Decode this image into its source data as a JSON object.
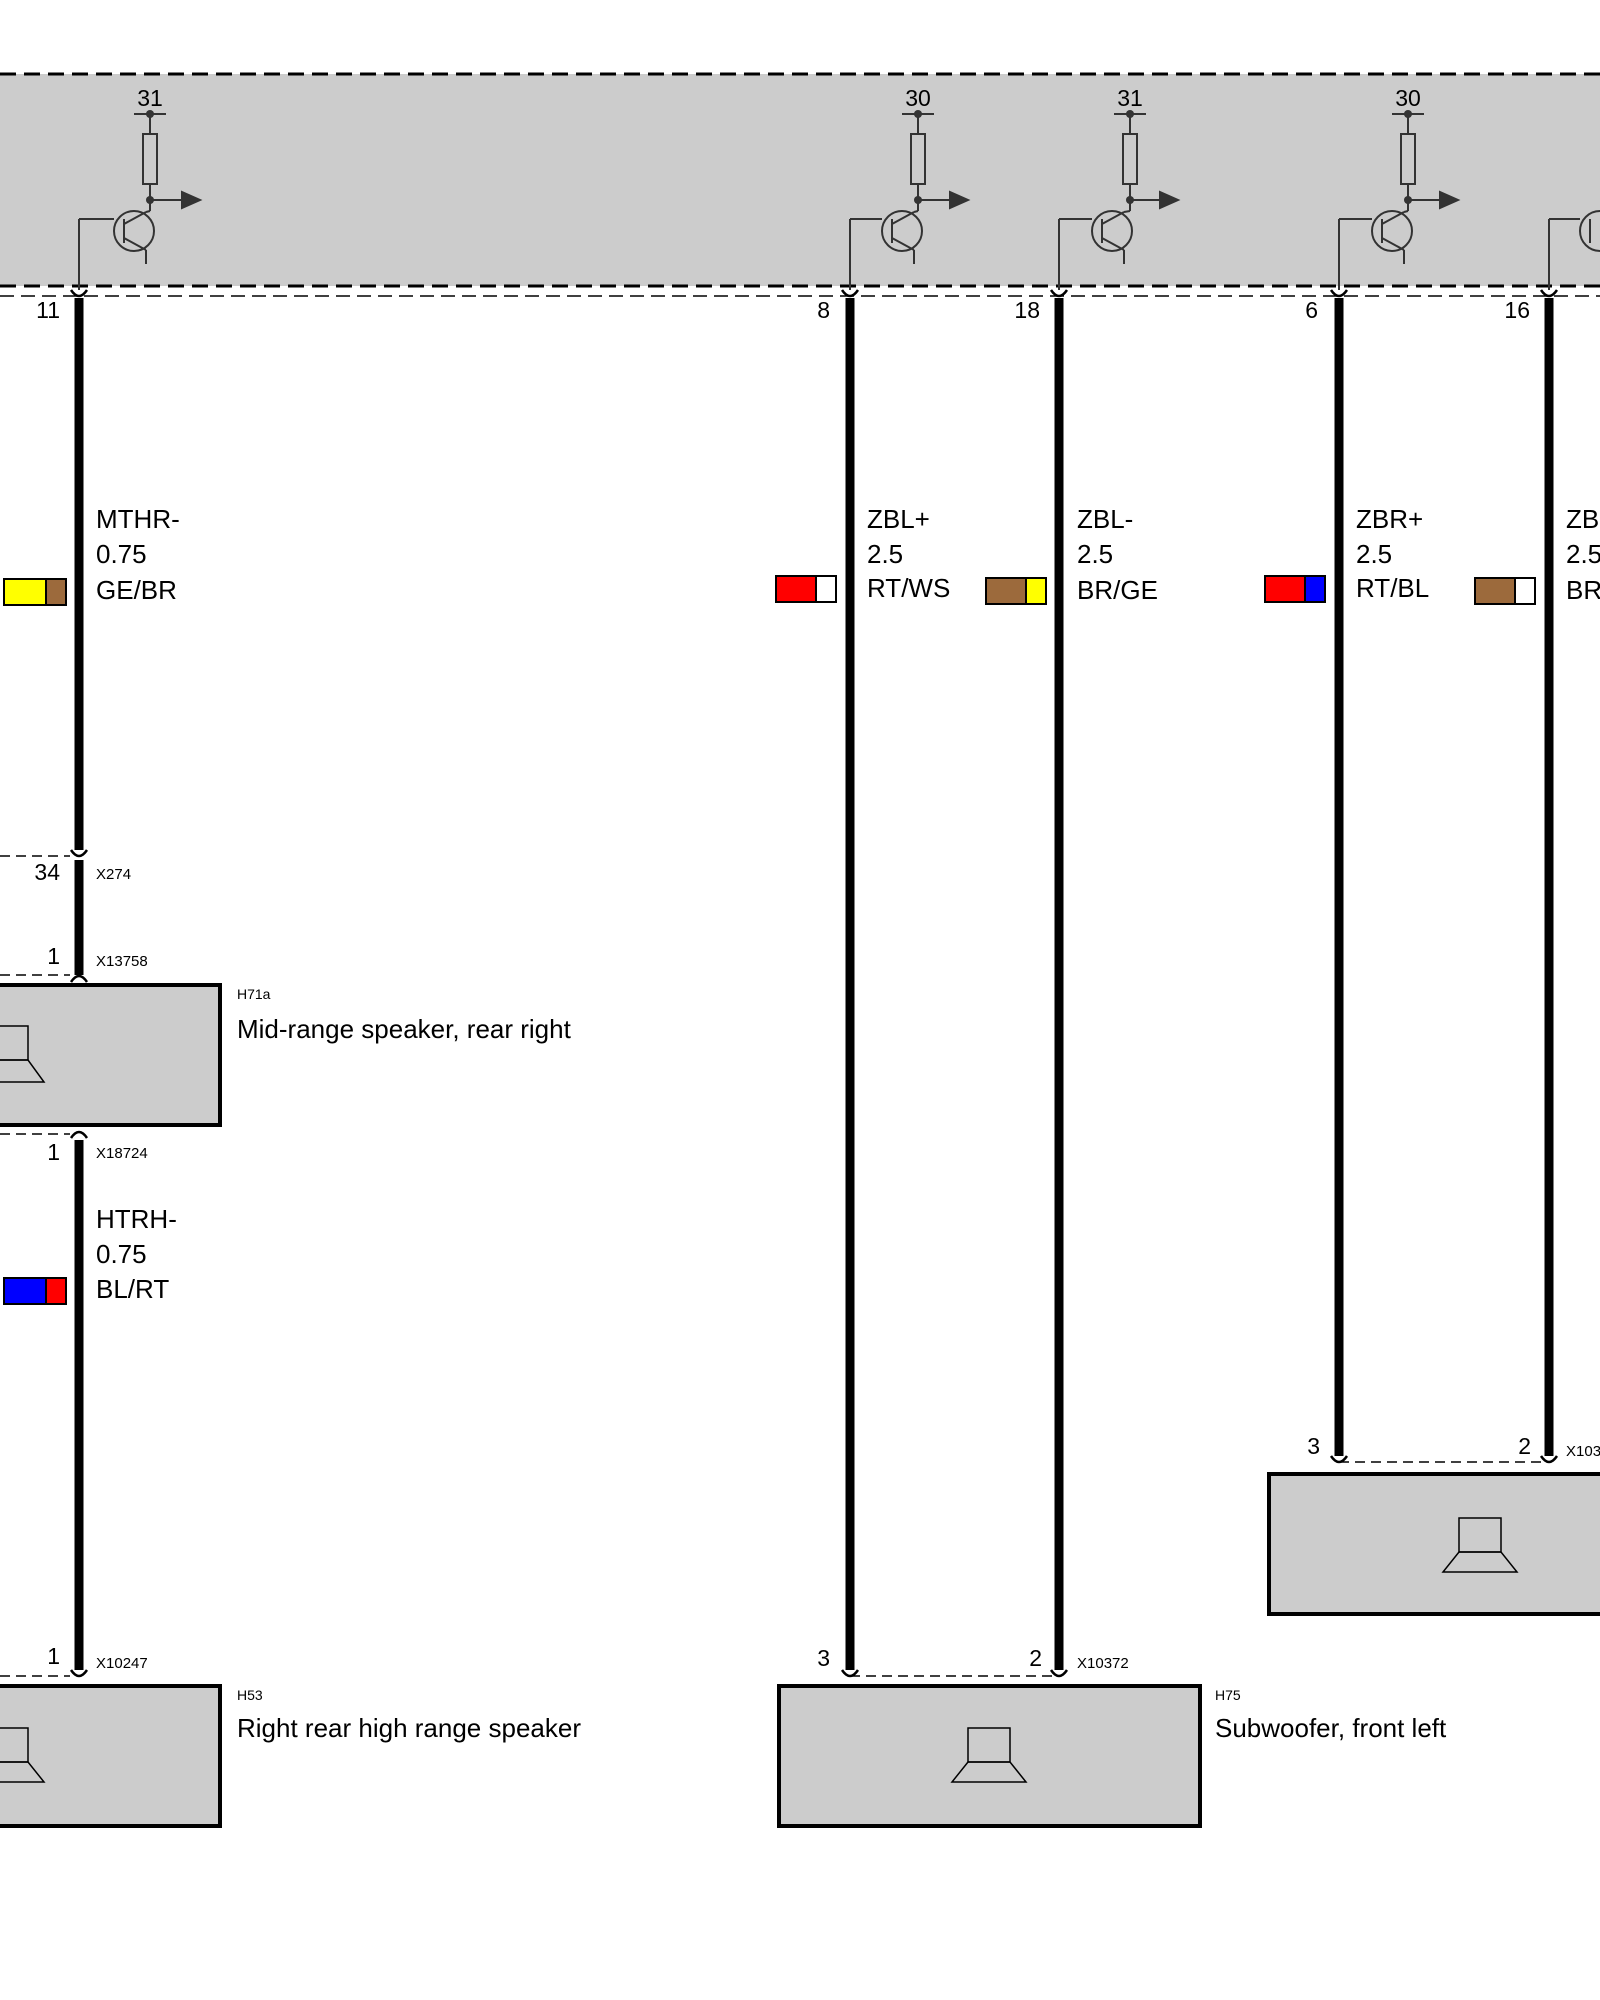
{
  "ecu": {
    "outputs": [
      {
        "id": "out-a",
        "supply": "31",
        "pin": "11"
      },
      {
        "id": "out-b",
        "supply": "30",
        "pin": "8"
      },
      {
        "id": "out-c",
        "supply": "31",
        "pin": "18"
      },
      {
        "id": "out-d",
        "supply": "30",
        "pin": "6"
      },
      {
        "id": "out-e",
        "supply": "",
        "pin": "16"
      }
    ]
  },
  "wires": [
    {
      "name": "MTHR-",
      "gauge": "0.75",
      "color_code": "GE/BR",
      "colors": [
        "#ffff00",
        "#9c6a3c"
      ]
    },
    {
      "name": "HTRH-",
      "gauge": "0.75",
      "color_code": "BL/RT",
      "colors": [
        "#0000ff",
        "#ff0000"
      ]
    },
    {
      "name": "ZBL+",
      "gauge": "2.5",
      "color_code": "RT/WS",
      "colors": [
        "#ff0000",
        "#ffffff"
      ]
    },
    {
      "name": "ZBL-",
      "gauge": "2.5",
      "color_code": "BR/GE",
      "colors": [
        "#9c6a3c",
        "#ffff00"
      ]
    },
    {
      "name": "ZBR+",
      "gauge": "2.5",
      "color_code": "RT/BL",
      "colors": [
        "#ff0000",
        "#0000ff"
      ]
    },
    {
      "name": "ZB",
      "gauge": "2.5",
      "color_code": "BR",
      "colors": [
        "#9c6a3c",
        "#ffffff"
      ]
    }
  ],
  "connectors": [
    {
      "id": "X274",
      "pins": [
        "34"
      ]
    },
    {
      "id": "X13758",
      "pins": [
        "1"
      ]
    },
    {
      "id": "X18724",
      "pins": [
        "1"
      ]
    },
    {
      "id": "X10247",
      "pins": [
        "1"
      ]
    },
    {
      "id": "X10372",
      "pins": [
        "3",
        "2"
      ]
    },
    {
      "id": "X103",
      "pins": [
        "3",
        "2"
      ]
    }
  ],
  "components": [
    {
      "id": "H71a",
      "name": "Mid-range speaker, rear right"
    },
    {
      "id": "H53",
      "name": "Right rear high range speaker"
    },
    {
      "id": "H75",
      "name": "Subwoofer, front left"
    },
    {
      "id": "",
      "name": ""
    }
  ],
  "colors": {
    "housing_fill": "#cccccc",
    "line": "#000000",
    "symbol": "#333333"
  }
}
